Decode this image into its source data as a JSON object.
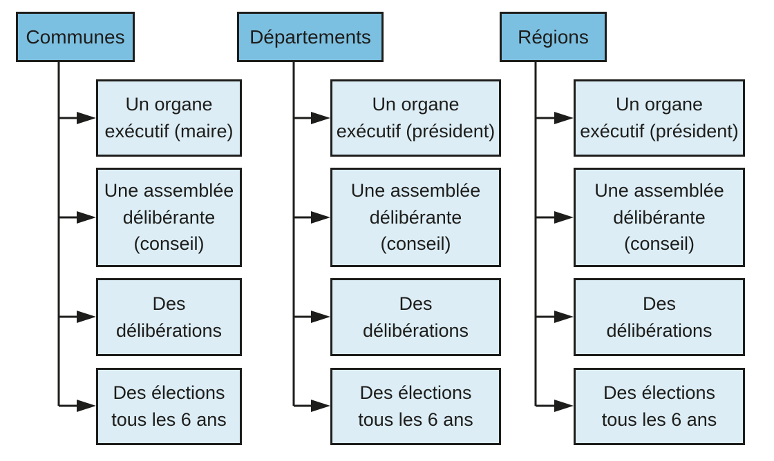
{
  "diagram_type": "flowchart",
  "colors": {
    "header_fill": "#7cc0e1",
    "item_fill": "#dcedf5",
    "border": "#1d1d1b",
    "text": "#1d1d1b",
    "background": "#ffffff"
  },
  "columns": [
    {
      "header": "Communes",
      "items": [
        "Un organe\nexécutif (maire)",
        "Une assemblée\ndélibérante\n(conseil)",
        "Des\ndélibérations",
        "Des élections\ntous les 6 ans"
      ]
    },
    {
      "header": "Départements",
      "items": [
        "Un organe\nexécutif (président)",
        "Une assemblée\ndélibérante\n(conseil)",
        "Des\ndélibérations",
        "Des élections\ntous les 6 ans"
      ]
    },
    {
      "header": "Régions",
      "items": [
        "Un organe\nexécutif (président)",
        "Une assemblée\ndélibérante\n(conseil)",
        "Des\ndélibérations",
        "Des élections\ntous les 6 ans"
      ]
    }
  ]
}
